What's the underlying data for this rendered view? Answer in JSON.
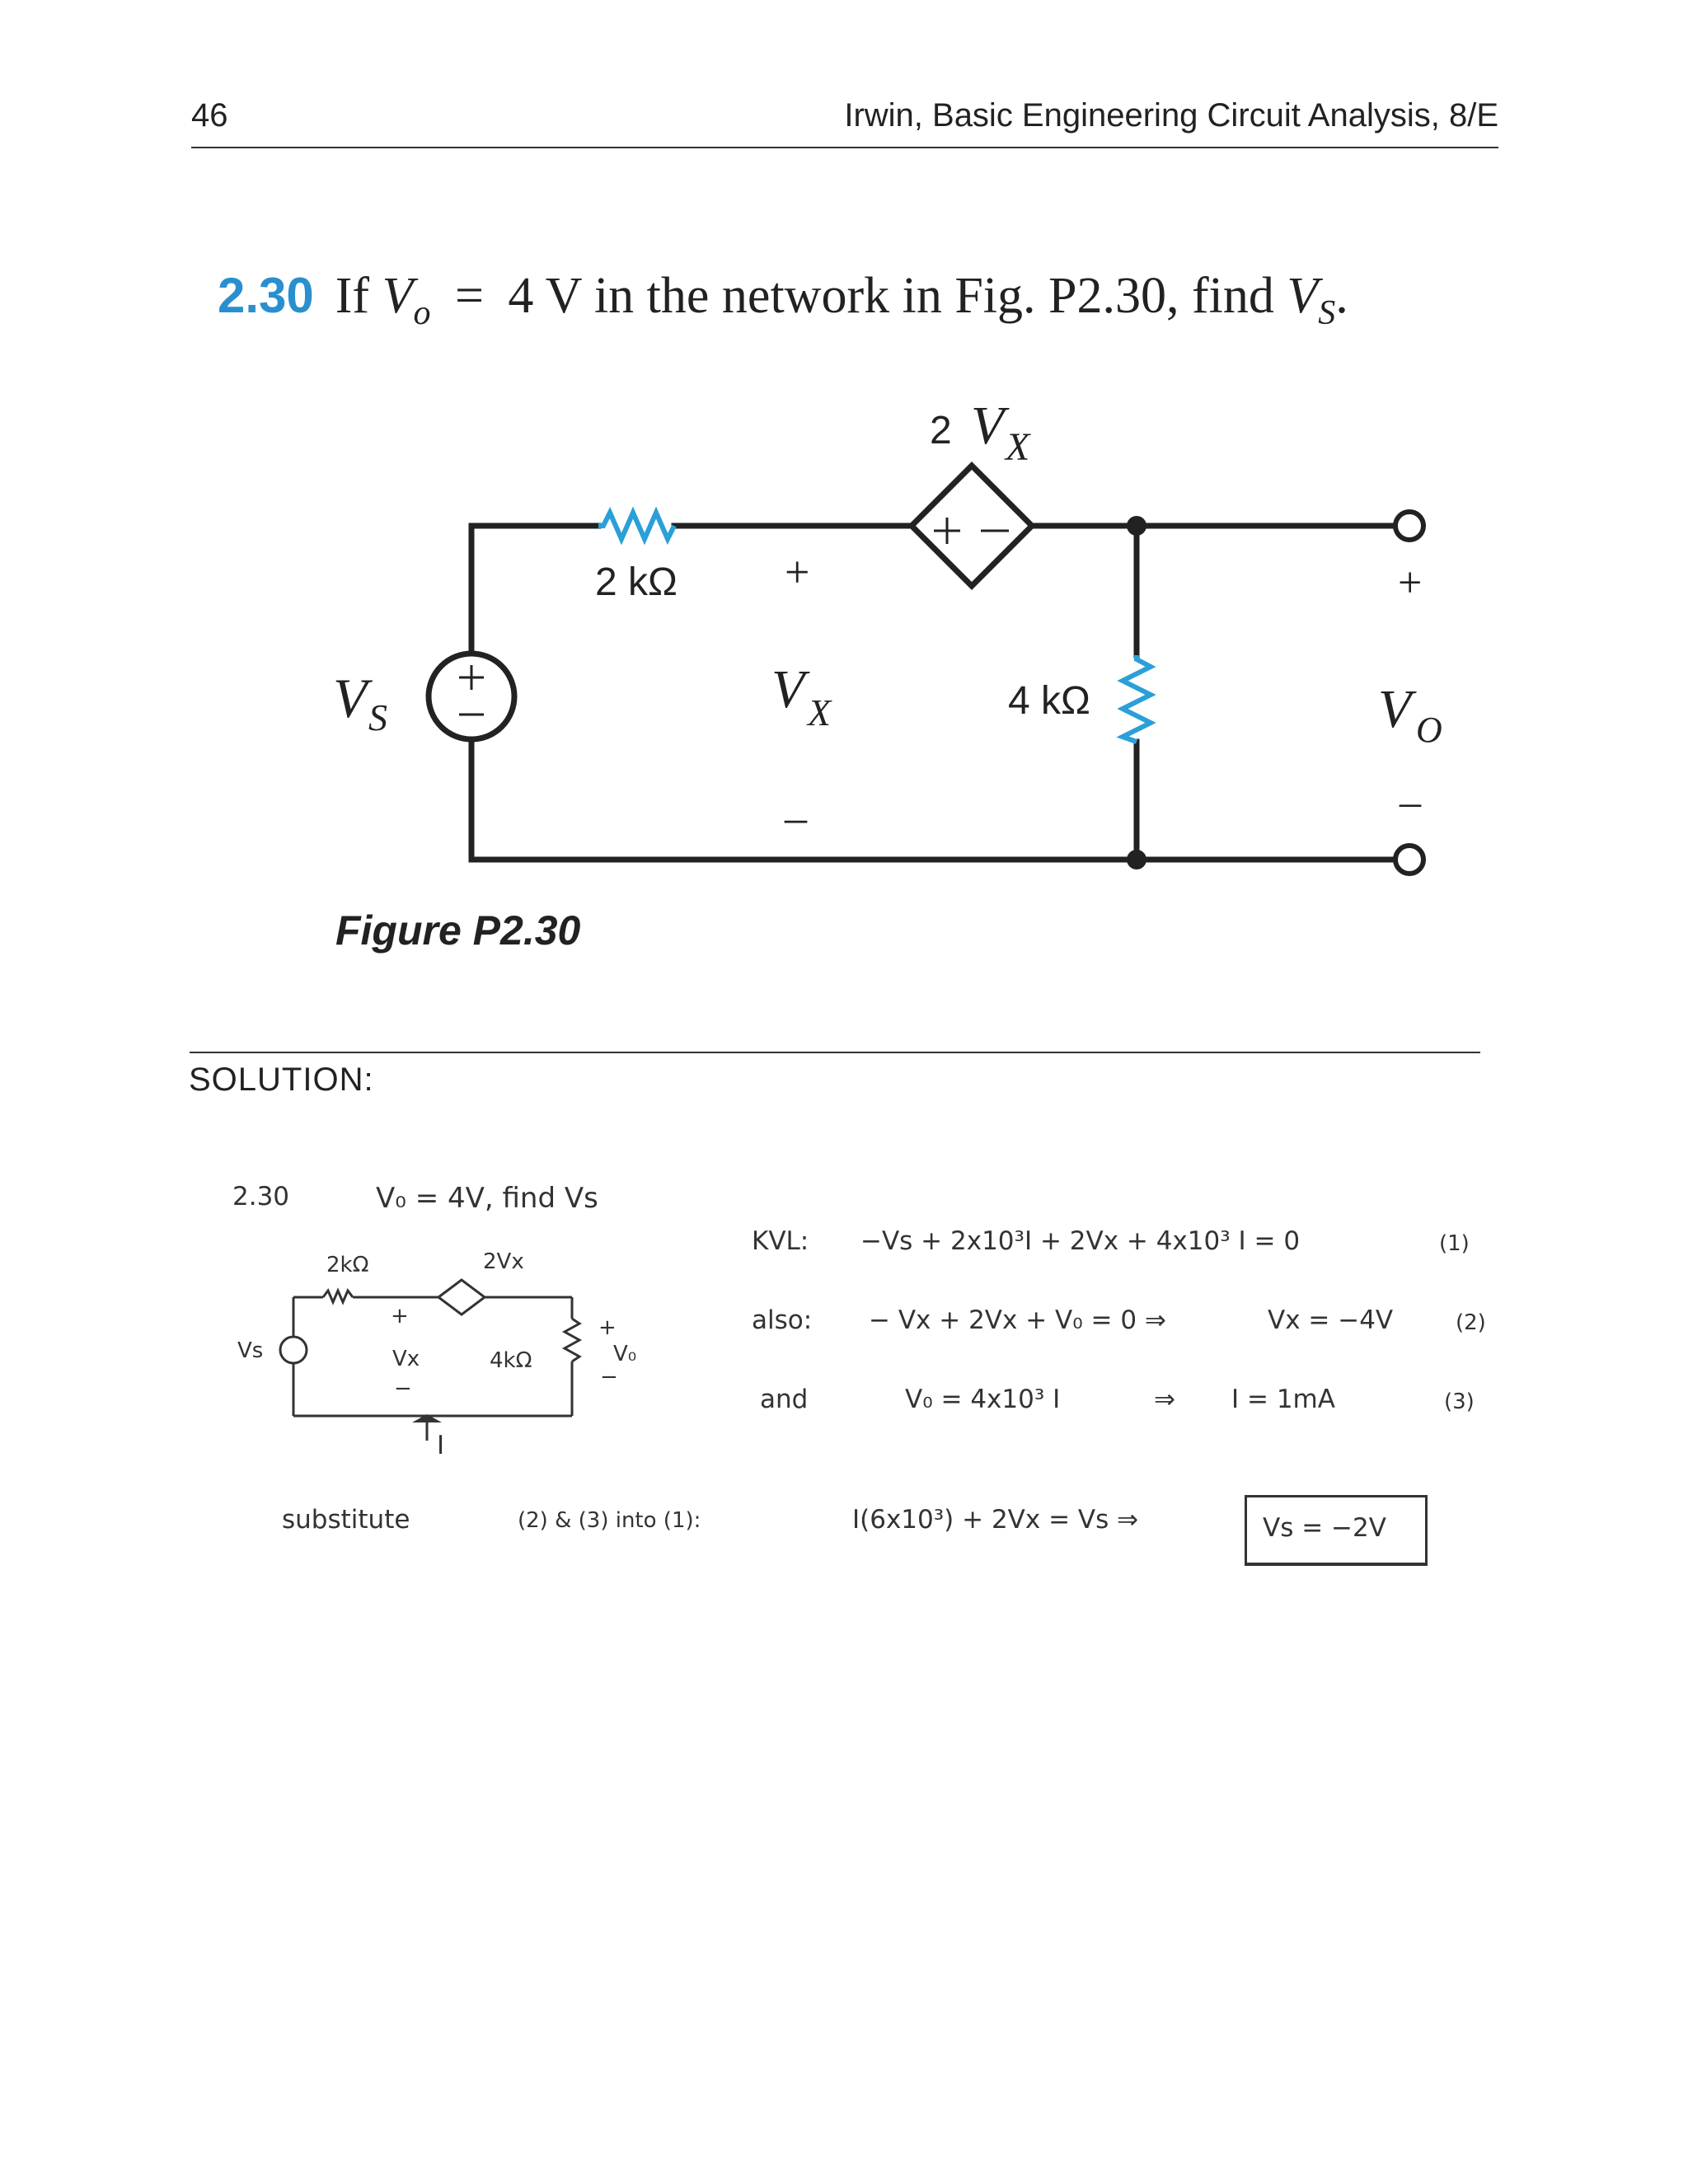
{
  "header": {
    "page_number": "46",
    "running_head": "Irwin, Basic Engineering Circuit Analysis, 8/E"
  },
  "problem": {
    "number": "2.30",
    "text_if": "If",
    "v": "V",
    "sub_o": "o",
    "eq": "=",
    "value": "4 V in the network in Fig. P2.30, find",
    "sub_s": "S",
    "period": "."
  },
  "figure": {
    "caption": "Figure P2.30",
    "dependent_source_label_2": "2",
    "dependent_source_label_v": "V",
    "dependent_source_label_x": "X",
    "resistor_1": "2 kΩ",
    "resistor_2": "4 kΩ",
    "vs_v": "V",
    "vs_s": "S",
    "vx_v": "V",
    "vx_x": "X",
    "vo_v": "V",
    "vo_o": "O",
    "plus": "+",
    "minus": "–",
    "wire_color": "#222222",
    "resistor_color": "#2a9fd8"
  },
  "solution": {
    "label": "SOLUTION:",
    "handwritten": {
      "prob_num": "2.30",
      "given": "V₀ = 4V, find Vs",
      "sk_2k": "2kΩ",
      "sk_2vx": "2Vx",
      "sk_plus": "+",
      "sk_vx": "Vx",
      "sk_minus": "−",
      "sk_4k": "4kΩ",
      "sk_vo_plus": "+",
      "sk_vo": "V₀",
      "sk_vo_minus": "−",
      "sk_vs": "Vs",
      "sk_I": "I",
      "kvl_label": "KVL:",
      "kvl_eq": "−Vs + 2x10³I + 2Vx + 4x10³ I = 0",
      "kvl_tag": "(1)",
      "also_label": "also:",
      "also_eq": "− Vx + 2Vx + V₀ = 0 ⇒",
      "also_result": "Vx = −4V",
      "also_tag": "(2)",
      "and_label": "and",
      "and_eq": "V₀ = 4x10³ I",
      "and_arrow": "⇒",
      "and_result": "I = 1mA",
      "and_tag": "(3)",
      "substitute": "substitute",
      "sub_which": "(2) & (3) into (1):",
      "sub_eq": "I(6x10³) + 2Vx = Vs ⇒",
      "answer": "Vs = −2V"
    }
  }
}
